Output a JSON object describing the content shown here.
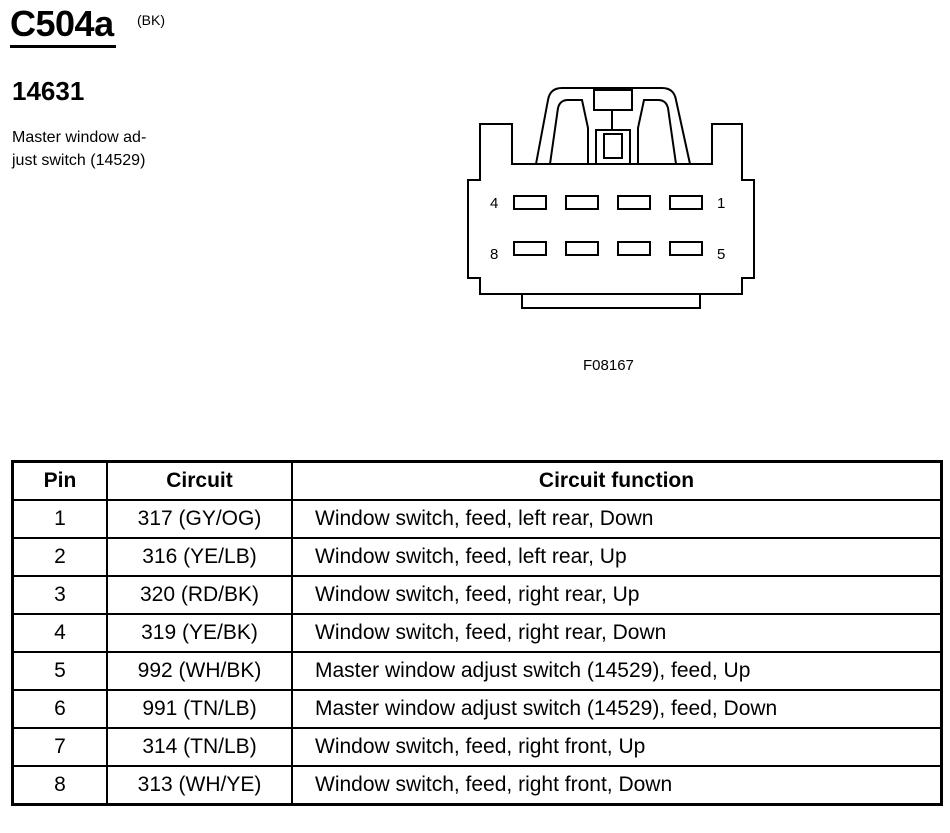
{
  "connector": {
    "id": "C504a",
    "color_code": "(BK)",
    "part_number": "14631",
    "description_lines": [
      "Master window ad-",
      "just switch (14529)"
    ]
  },
  "diagram": {
    "figure_id": "F08167",
    "pin_labels": {
      "top_left": "4",
      "top_right": "1",
      "bottom_left": "8",
      "bottom_right": "5"
    }
  },
  "table": {
    "headers": {
      "pin": "Pin",
      "circuit": "Circuit",
      "function": "Circuit function"
    },
    "rows": [
      {
        "pin": "1",
        "circuit": "317 (GY/OG)",
        "function": "Window switch, feed, left rear, Down"
      },
      {
        "pin": "2",
        "circuit": "316 (YE/LB)",
        "function": "Window switch, feed, left rear, Up"
      },
      {
        "pin": "3",
        "circuit": "320 (RD/BK)",
        "function": "Window switch, feed, right rear, Up"
      },
      {
        "pin": "4",
        "circuit": "319 (YE/BK)",
        "function": "Window switch, feed, right rear, Down"
      },
      {
        "pin": "5",
        "circuit": "992 (WH/BK)",
        "function": "Master window adjust switch (14529), feed, Up"
      },
      {
        "pin": "6",
        "circuit": "991 (TN/LB)",
        "function": "Master window adjust switch (14529), feed, Down"
      },
      {
        "pin": "7",
        "circuit": "314 (TN/LB)",
        "function": "Window switch, feed, right front, Up"
      },
      {
        "pin": "8",
        "circuit": "313 (WH/YE)",
        "function": "Window switch, feed, right front, Down"
      }
    ]
  }
}
